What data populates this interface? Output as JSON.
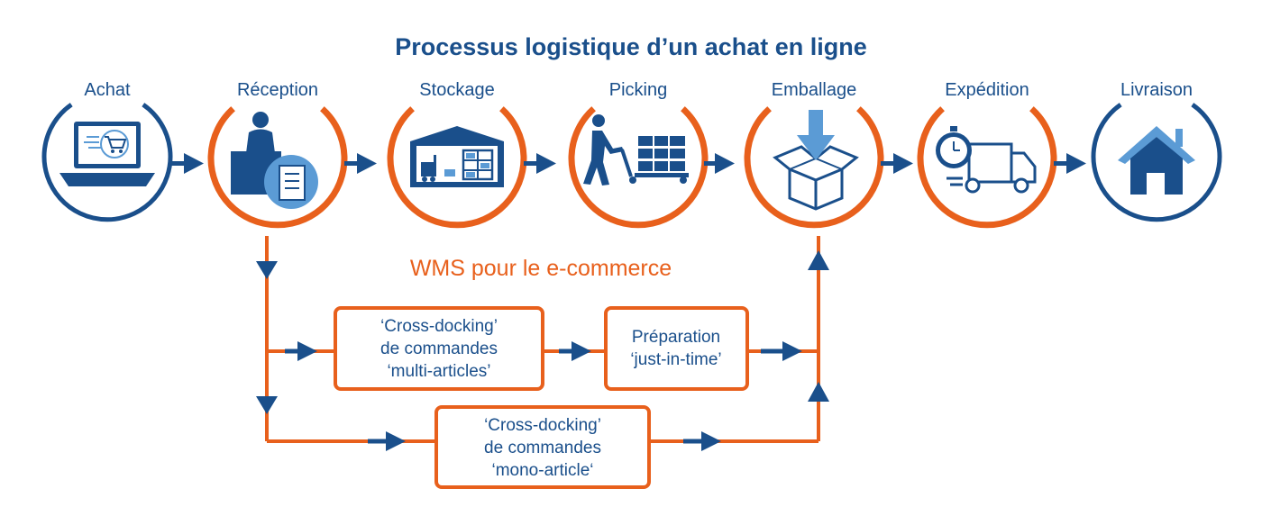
{
  "title": "Processus logistique d’un achat en ligne",
  "subtitle": "WMS pour le e-commerce",
  "steps": [
    {
      "label": "Achat",
      "icon": "laptop-cart-icon",
      "ring": "blue"
    },
    {
      "label": "Réception",
      "icon": "receptionist-document-icon",
      "ring": "orange"
    },
    {
      "label": "Stockage",
      "icon": "warehouse-icon",
      "ring": "orange"
    },
    {
      "label": "Picking",
      "icon": "pallet-truck-worker-icon",
      "ring": "orange"
    },
    {
      "label": "Emballage",
      "icon": "box-packing-icon",
      "ring": "orange"
    },
    {
      "label": "Expédition",
      "icon": "stopwatch-truck-icon",
      "ring": "orange"
    },
    {
      "label": "Livraison",
      "icon": "house-icon",
      "ring": "blue"
    }
  ],
  "boxes": {
    "multi": [
      "‘Cross-docking’",
      "de commandes",
      "‘multi-articles’"
    ],
    "jit": [
      "Préparation",
      "‘just-in-time’"
    ],
    "mono": [
      "‘Cross-docking’",
      "de commandes",
      "‘mono-article‘"
    ]
  },
  "colors": {
    "blue": "#1a4f8b",
    "orange": "#e8601c",
    "light_blue": "#5b9bd5"
  }
}
